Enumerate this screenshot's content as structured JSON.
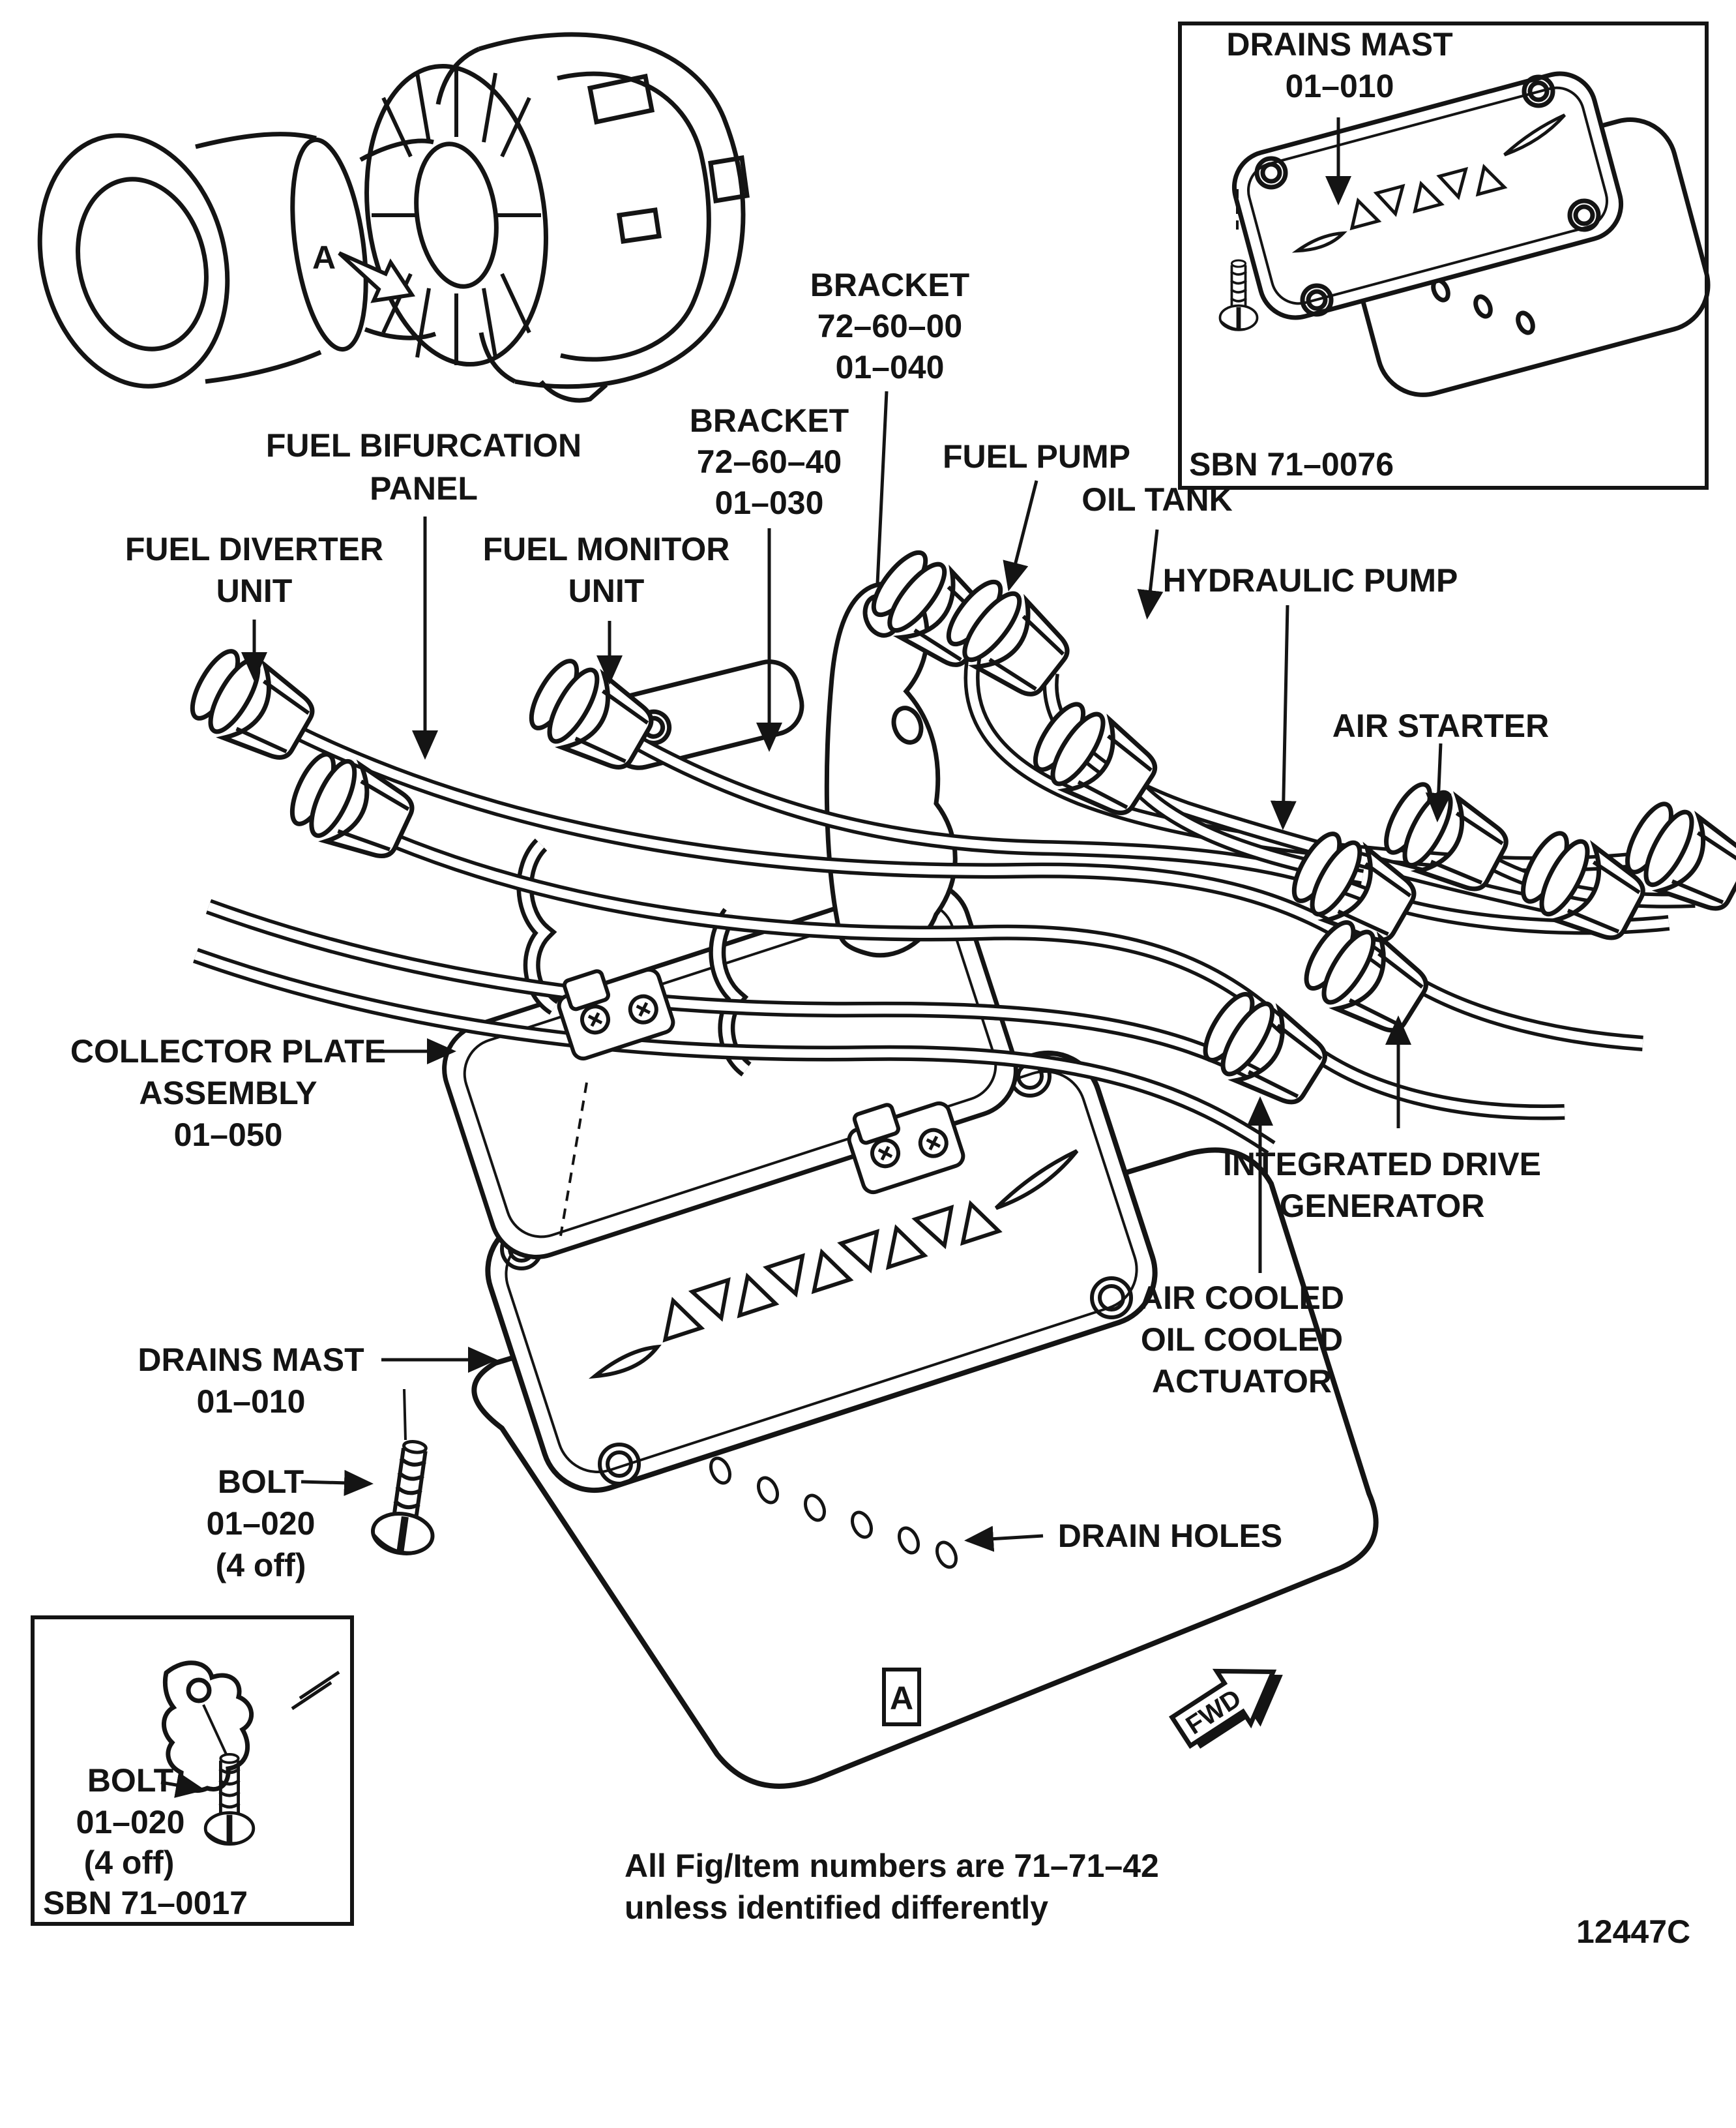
{
  "figure": {
    "note": {
      "l1": "All Fig/Item numbers are 71–71–42",
      "l2": "unless identified differently"
    },
    "figure_code": "12447C",
    "markers": {
      "detail": "A",
      "callout": "A",
      "fwd": "FWD"
    }
  },
  "labels": {
    "fuel_bifurcation": {
      "l1": "FUEL BIFURCATION",
      "l2": "PANEL"
    },
    "fuel_diverter": {
      "l1": "FUEL DIVERTER",
      "l2": "UNIT"
    },
    "fuel_monitor": {
      "l1": "FUEL MONITOR",
      "l2": "UNIT"
    },
    "bracket_top": {
      "l1": "BRACKET",
      "l2": "72–60–00",
      "l3": "01–040"
    },
    "bracket_mid": {
      "l1": "BRACKET",
      "l2": "72–60–40",
      "l3": "01–030"
    },
    "fuel_pump": "FUEL PUMP",
    "oil_tank": "OIL TANK",
    "hydraulic_pump": "HYDRAULIC PUMP",
    "air_starter": "AIR STARTER",
    "collector_plate": {
      "l1": "COLLECTOR PLATE",
      "l2": "ASSEMBLY",
      "l3": "01–050"
    },
    "integrated_drive_generator": {
      "l1": "INTEGRATED DRIVE",
      "l2": "GENERATOR"
    },
    "air_cooled_actuator": {
      "l1": "AIR COOLED",
      "l2": "OIL COOLED",
      "l3": "ACTUATOR"
    },
    "drains_mast": {
      "l1": "DRAINS MAST",
      "l2": "01–010"
    },
    "bolt": {
      "l1": "BOLT",
      "l2": "01–020",
      "l3": "(4 off)"
    },
    "drain_holes": "DRAIN HOLES"
  },
  "insets": {
    "drains_mast": {
      "l1": "DRAINS MAST",
      "l2": "01–010",
      "sbn": "SBN 71–0076"
    },
    "bolt": {
      "l1": "BOLT",
      "l2": "01–020",
      "l3": "(4 off)",
      "sbn": "SBN 71–0017"
    }
  },
  "colors": {
    "ink": "#141414",
    "paper": "#ffffff"
  }
}
